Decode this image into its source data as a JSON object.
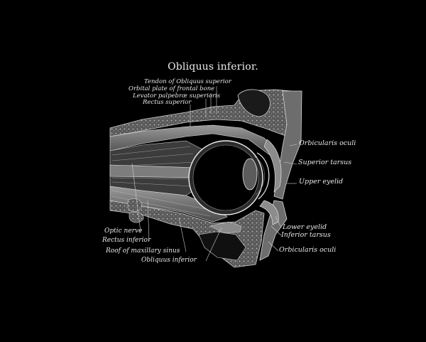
{
  "title": "Obliquus inferior.",
  "labels": {
    "tendon_obliquus_superior": "Tendon of Obliquus superior",
    "orbital_plate_frontal_bone": "Orbital plate of frontal bone",
    "levator_palpebrae_superioris": "Levator palpebræ superioris",
    "rectus_superior": "Rectus superior",
    "orbicularis_oculi_top": "Orbicularis oculi",
    "superior_tarsus": "Superior tarsus",
    "upper_eyelid": "Upper eyelid",
    "lower_eyelid": "Lower eyelid",
    "inferior_tarsus": "Inferior tarsus",
    "orbicularis_oculi_bottom": "Orbicularis oculi",
    "optic_nerve": "Optic nerve",
    "rectus_inferior": "Rectus inferior",
    "roof_maxillary_sinus": "Roof of maxillary sinus",
    "obliquus_inferior_bottom": "Obliquus inferior"
  },
  "colors": {
    "background": "#000000",
    "line": "#d9d9d9"
  }
}
